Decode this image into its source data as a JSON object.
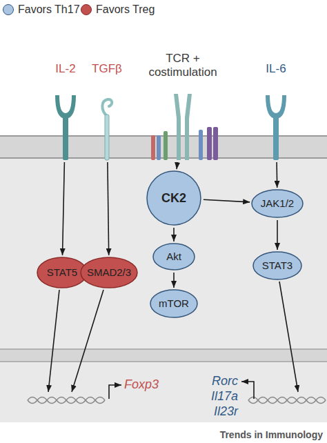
{
  "diagram": {
    "nodes": [
      {
        "text": [
          "IL-2"
        ]
      },
      {
        "text": [
          "TGFβ"
        ]
      },
      {
        "text": [
          "TCR + costimulation"
        ]
      },
      {
        "text": [
          "IL-6"
        ]
      },
      {
        "text": [
          "STAT5"
        ]
      },
      {
        "text": [
          "SMAD2/3"
        ]
      },
      {
        "text": [
          "CK2"
        ]
      },
      {
        "text": [
          "JAK1/2"
        ]
      },
      {
        "text": [
          "Akt"
        ]
      },
      {
        "text": [
          "STAT3"
        ]
      },
      {
        "text": [
          "mTOR"
        ]
      }
    ],
    "edges": [
      {
        "from": 0,
        "to": 4,
        "arrow": "to"
      },
      {
        "from": 1,
        "to": 5,
        "arrow": "to"
      },
      {
        "from": 2,
        "to": 6,
        "arrow": "to"
      },
      {
        "from": 6,
        "to": 8,
        "arrow": "to"
      },
      {
        "from": 8,
        "to": 10,
        "arrow": "to"
      },
      {
        "from": 6,
        "to": 7,
        "arrow": "to"
      },
      {
        "from": 3,
        "to": 7,
        "arrow": "to"
      },
      {
        "from": 7,
        "to": 9,
        "arrow": "to"
      }
    ],
    "labels": [
      "Foxp3",
      "Rorc",
      "Il17a",
      "Il23r",
      "Trends in Immunology"
    ],
    "legend": [
      {
        "text": "Favors Th17",
        "color": "#a9c5e2"
      },
      {
        "text": "Favors Treg",
        "color": "#c1504e"
      }
    ]
  }
}
